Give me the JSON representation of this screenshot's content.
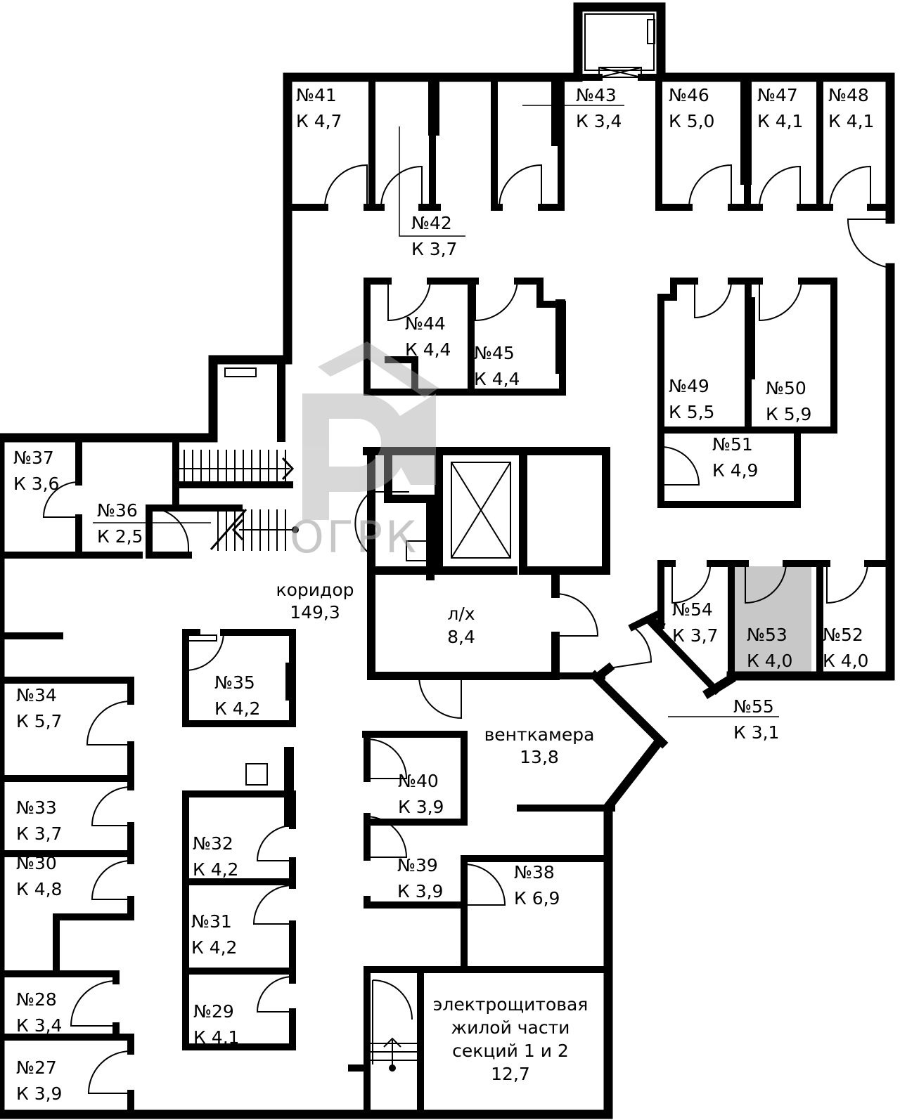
{
  "colors": {
    "wall": "#000000",
    "background": "#ffffff",
    "highlight": "#c8c8c8",
    "watermark": "#a8a8a8"
  },
  "watermark": {
    "text": "ОГРК"
  },
  "rooms": {
    "r41": {
      "num": "№41",
      "area": "К 4,7"
    },
    "r42": {
      "num": "№42",
      "area": "К 3,7"
    },
    "r43": {
      "num": "№43",
      "area": "К 3,4"
    },
    "r46": {
      "num": "№46",
      "area": "К 5,0"
    },
    "r47": {
      "num": "№47",
      "area": "К 4,1"
    },
    "r48": {
      "num": "№48",
      "area": "К 4,1"
    },
    "r44": {
      "num": "№44",
      "area": "К 4,4"
    },
    "r45": {
      "num": "№45",
      "area": "К 4,4"
    },
    "r49": {
      "num": "№49",
      "area": "К 5,5"
    },
    "r50": {
      "num": "№50",
      "area": "К 5,9"
    },
    "r51": {
      "num": "№51",
      "area": "К 4,9"
    },
    "r37": {
      "num": "№37",
      "area": "К 3,6"
    },
    "r36": {
      "num": "№36",
      "area": "К 2,5"
    },
    "corridor": {
      "name": "коридор",
      "area": "149,3"
    },
    "wc": {
      "name": "л/х",
      "area": "8,4"
    },
    "r54": {
      "num": "№54",
      "area": "К 3,7"
    },
    "r53": {
      "num": "№53",
      "area": "К 4,0"
    },
    "r52": {
      "num": "№52",
      "area": "К 4,0"
    },
    "r55": {
      "num": "№55",
      "area": "К 3,1"
    },
    "r35": {
      "num": "№35",
      "area": "К 4,2"
    },
    "r34": {
      "num": "№34",
      "area": "К 5,7"
    },
    "vent": {
      "name": "венткамера",
      "area": "13,8"
    },
    "r40": {
      "num": "№40",
      "area": "К 3,9"
    },
    "r33": {
      "num": "№33",
      "area": "К 3,7"
    },
    "r32": {
      "num": "№32",
      "area": "К 4,2"
    },
    "r30": {
      "num": "№30",
      "area": "К 4,8"
    },
    "r39": {
      "num": "№39",
      "area": "К 3,9"
    },
    "r38": {
      "num": "№38",
      "area": "К 6,9"
    },
    "r31": {
      "num": "№31",
      "area": "К 4,2"
    },
    "r29": {
      "num": "№29",
      "area": "К 4,1"
    },
    "r28": {
      "num": "№28",
      "area": "К 3,4"
    },
    "r27": {
      "num": "№27",
      "area": "К 3,9"
    },
    "elec": {
      "line1": "электрощитовая",
      "line2": "жилой части",
      "line3": "секций 1 и 2",
      "area": "12,7"
    }
  }
}
